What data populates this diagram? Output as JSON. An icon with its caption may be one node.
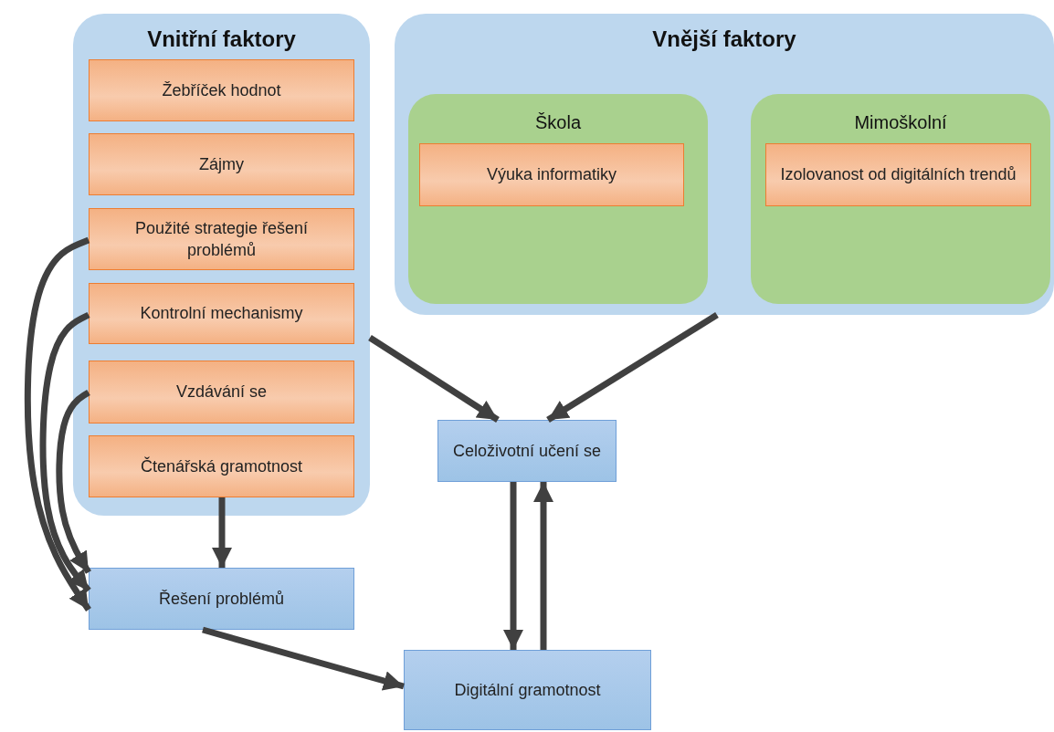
{
  "diagram": {
    "nodes": [
      {
        "text": [
          "Vnitřní faktory"
        ]
      },
      {
        "text": [
          "Žebříček hodnot"
        ],
        "in": 0
      },
      {
        "text": [
          "Zájmy"
        ],
        "in": 0
      },
      {
        "text": [
          "Použité strategie řešení problémů"
        ],
        "in": 0
      },
      {
        "text": [
          "Kontrolní mechanismy"
        ],
        "in": 0
      },
      {
        "text": [
          "Vzdávání se"
        ],
        "in": 0
      },
      {
        "text": [
          "Čtenářská gramotnost"
        ],
        "in": 0
      },
      {
        "text": [
          "Vnější faktory"
        ]
      },
      {
        "text": [
          "Škola"
        ],
        "in": 7
      },
      {
        "text": [
          "Výuka informatiky"
        ],
        "in": 8
      },
      {
        "text": [
          "Mimoškolní"
        ],
        "in": 7
      },
      {
        "text": [
          "Izolovanost od digitálních trendů"
        ],
        "in": 10
      },
      {
        "text": [
          "Celoživotní učení se"
        ]
      },
      {
        "text": [
          "Řešení problémů"
        ]
      },
      {
        "text": [
          "Digitální gramotnost"
        ]
      }
    ],
    "edges": [
      {
        "from": 3,
        "to": 13,
        "arrow": "to"
      },
      {
        "from": 4,
        "to": 13,
        "arrow": "to"
      },
      {
        "from": 5,
        "to": 13,
        "arrow": "to"
      },
      {
        "from": 6,
        "to": 13,
        "arrow": "to"
      },
      {
        "from": 0,
        "to": 12,
        "arrow": "to"
      },
      {
        "from": 7,
        "to": 12,
        "arrow": "to"
      },
      {
        "from": 12,
        "to": 14,
        "arrow": "to"
      },
      {
        "from": 14,
        "to": 12,
        "arrow": "to"
      },
      {
        "from": 13,
        "to": 14,
        "arrow": "to"
      }
    ]
  }
}
